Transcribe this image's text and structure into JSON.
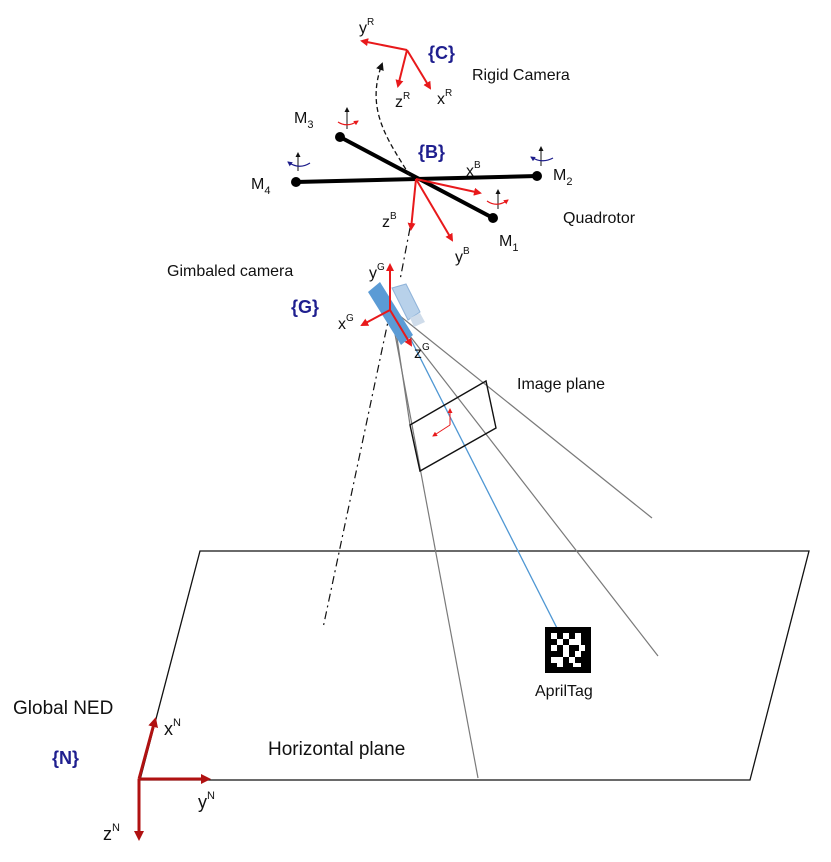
{
  "frames": {
    "camera": "{C}",
    "body": "{B}",
    "gimbal": "{G}",
    "ned": "{N}"
  },
  "axes": {
    "rigid": {
      "x": "x",
      "x_sup": "R",
      "y": "y",
      "y_sup": "R",
      "z": "z",
      "z_sup": "R"
    },
    "body": {
      "x": "x",
      "x_sup": "B",
      "y": "y",
      "y_sup": "B",
      "z": "z",
      "z_sup": "B"
    },
    "gimbal": {
      "x": "x",
      "x_sup": "G",
      "y": "y",
      "y_sup": "G",
      "z": "z",
      "z_sup": "G"
    },
    "ned": {
      "x": "x",
      "x_sup": "N",
      "y": "y",
      "y_sup": "N",
      "z": "z",
      "z_sup": "N"
    }
  },
  "motors": {
    "m1": {
      "name": "M",
      "sub": "1"
    },
    "m2": {
      "name": "M",
      "sub": "2"
    },
    "m3": {
      "name": "M",
      "sub": "3"
    },
    "m4": {
      "name": "M",
      "sub": "4"
    }
  },
  "labels": {
    "rigid_camera": "Rigid Camera",
    "quadrotor": "Quadrotor",
    "gimbaled_camera": "Gimbaled camera",
    "image_plane": "Image plane",
    "apriltag": "AprilTag",
    "global_ned": "Global NED",
    "horizontal_plane": "Horizontal plane"
  },
  "colors": {
    "axis_red": "#e8191b",
    "ned_axis": "#b01111",
    "frame_blue": "#1f1f8f",
    "ray_blue": "#4f97d3",
    "gimbal_blue": "#5b9bd5",
    "rotor_arrow": "#1c1c8a"
  }
}
